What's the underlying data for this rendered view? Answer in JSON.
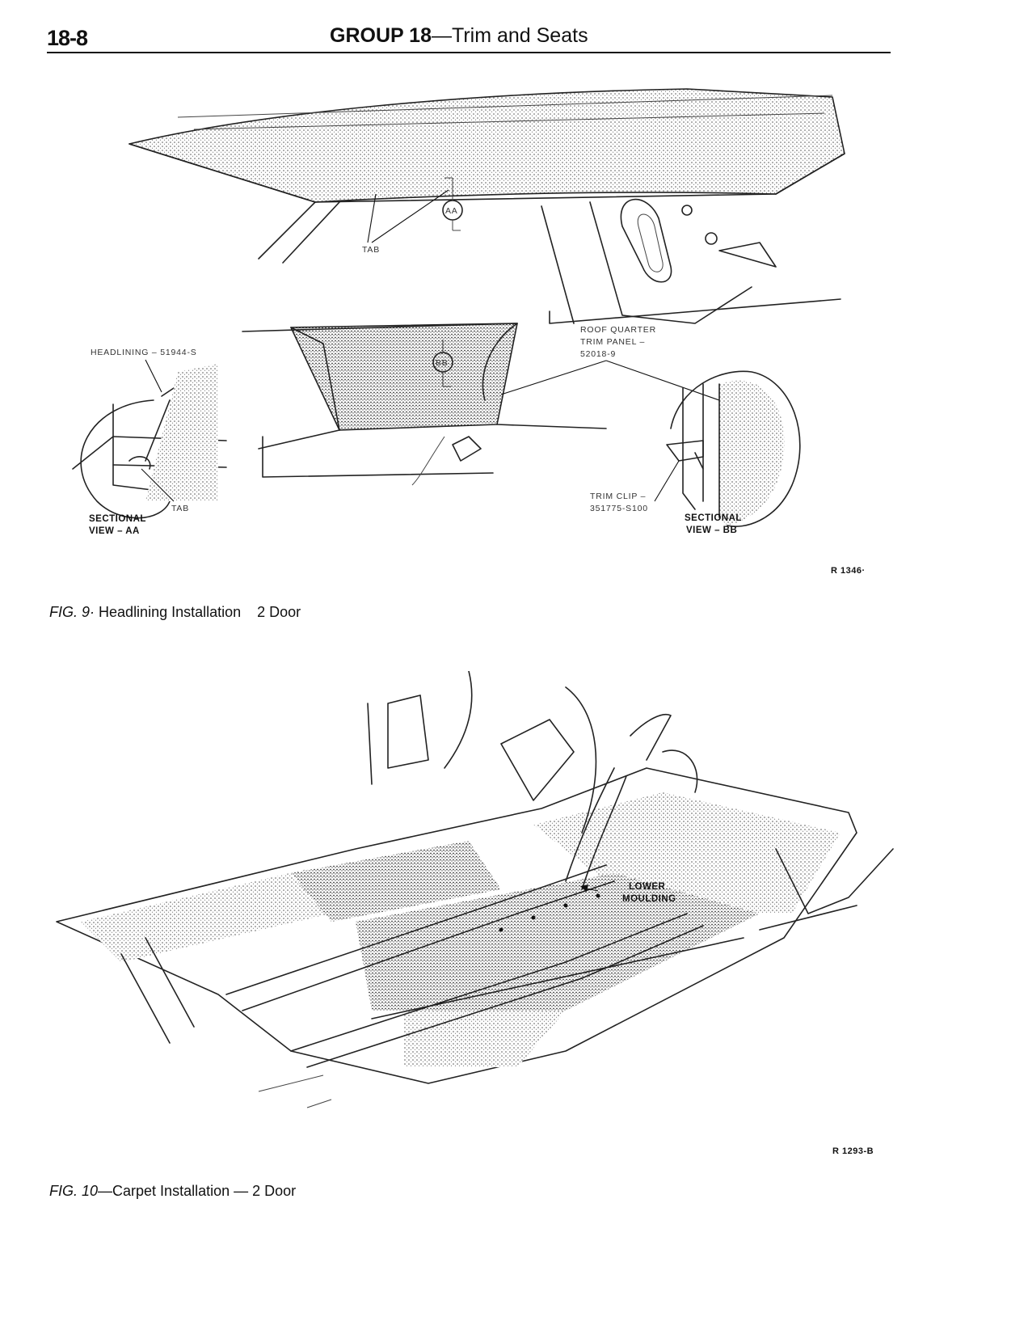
{
  "header": {
    "page_number": "18-8",
    "group_label": "GROUP 18",
    "group_subtitle": "—Trim and Seats"
  },
  "figure9": {
    "labels": {
      "tab_top": "TAB",
      "aa": "AA",
      "bb": "BB",
      "headlining": "HEADLINING – 51944-S",
      "roof_quarter_1": "ROOF QUARTER",
      "roof_quarter_2": "TRIM PANEL –",
      "roof_quarter_3": "52018-9",
      "tab_bottom": "TAB",
      "sectional_aa_1": "SECTIONAL",
      "sectional_aa_2": "VIEW – AA",
      "trim_clip_1": "TRIM CLIP –",
      "trim_clip_2": "351775-S100",
      "sectional_bb_1": "SECTIONAL",
      "sectional_bb_2": "VIEW – BB"
    },
    "ref_code": "R 1346·",
    "caption_prefix": "FIG. 9·",
    "caption_text": "Headlining Installation    2 Door"
  },
  "figure10": {
    "labels": {
      "lower": "LOWER",
      "moulding": "MOULDING"
    },
    "ref_code": "R 1293-B",
    "caption_prefix": "FIG. 10",
    "caption_text": "—Carpet Installation — 2 Door"
  }
}
